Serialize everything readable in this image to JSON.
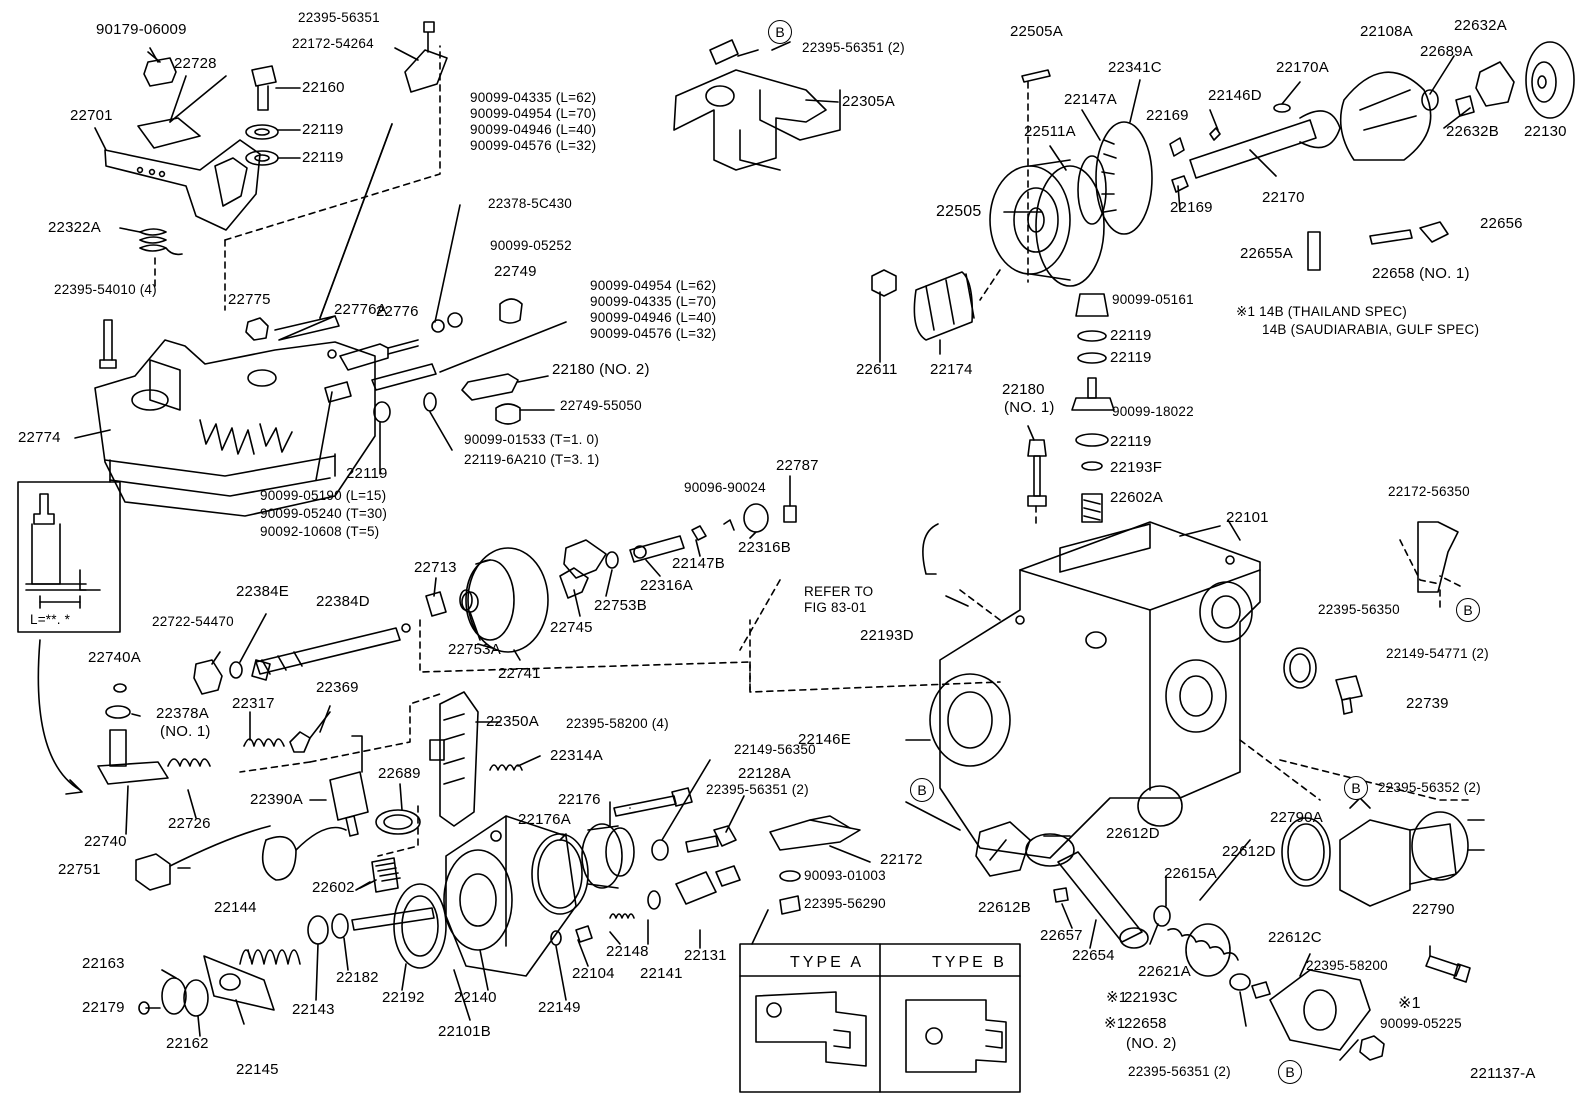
{
  "diagram": {
    "figure_id": "221137-A",
    "labels": [
      "90179-06009",
      "22728",
      "22701",
      "22160",
      "22119",
      "22119",
      "22322A",
      "22395-54010 (4)",
      "22775",
      "22395-56351",
      "22172-54264",
      "22776A",
      "22776",
      "22378-5C430",
      "90099-05252",
      "22749",
      "22774",
      "22119",
      "22180 (NO. 2)",
      "22749-55050",
      "90099-01533 (T=1. 0)",
      "22119-6A210 (T=3. 1)",
      "22305A",
      "22395-56351 (2)",
      "22505A",
      "22341C",
      "22108A",
      "22632A",
      "22689A",
      "22170A",
      "22146D",
      "22147A",
      "22169",
      "22511A",
      "22505",
      "22169",
      "22170",
      "22632B",
      "22130",
      "22656",
      "22655A",
      "22658 (NO. 1)",
      "90099-05161",
      "22119",
      "22119",
      "22611",
      "22174",
      "90099-18022",
      "22119",
      "22193F",
      "22602A",
      "22787",
      "90096-90024",
      "22316B",
      "22147B",
      "22316A",
      "22753B",
      "22745",
      "22713",
      "22753A",
      "22741",
      "22384E",
      "22384D",
      "22722-54470",
      "22740A",
      "22378A",
      "(NO. 1)",
      "22317",
      "22369",
      "22350A",
      "22395-58200 (4)",
      "22314A",
      "22689",
      "22390A",
      "22726",
      "22740",
      "22751",
      "22602",
      "22176",
      "22176A",
      "22149-56350",
      "22128A",
      "22395-56351 (2)",
      "22172",
      "90093-01003",
      "22395-56290",
      "22144",
      "22163",
      "22179",
      "22162",
      "22145",
      "22143",
      "22182",
      "22192",
      "22140",
      "22101B",
      "22149",
      "22104",
      "22148",
      "22141",
      "22131",
      "22101",
      "22172-56350",
      "22395-56350",
      "22149-54771 (2)",
      "22739",
      "22146E",
      "22395-56352 (2)",
      "22790A",
      "22790",
      "22612D",
      "22612D",
      "22612B",
      "22657",
      "22654",
      "22621A",
      "22615A",
      "22612C",
      "22395-58200",
      "22193C",
      "22658",
      "(NO. 2)",
      "22395-56351 (2)",
      "90099-05225",
      "22180",
      "(NO. 1)",
      "22193D",
      "REFER TO",
      "FIG 83-01",
      "L=**. *"
    ],
    "bolt_group_a": [
      "90099-04335 (L=62)",
      "90099-04954 (L=70)",
      "90099-04946 (L=40)",
      "90099-04576 (L=32)"
    ],
    "bolt_group_b": [
      "90099-04954 (L=62)",
      "90099-04335 (L=70)",
      "90099-04946 (L=40)",
      "90099-04576 (L=32)"
    ],
    "shim_group": [
      "90099-05190 (L=15)",
      "90099-05240 (T=30)",
      "90092-10608 (T=5)"
    ],
    "note_14b": [
      "※1 14B (THAILAND SPEC)",
      "14B (SAUDIARABIA, GULF SPEC)"
    ],
    "star1": "※1",
    "star_22193c": "※1",
    "star_22658": "※1",
    "ref_b": "B",
    "type_a": "TYPE A",
    "type_b": "TYPE B"
  }
}
